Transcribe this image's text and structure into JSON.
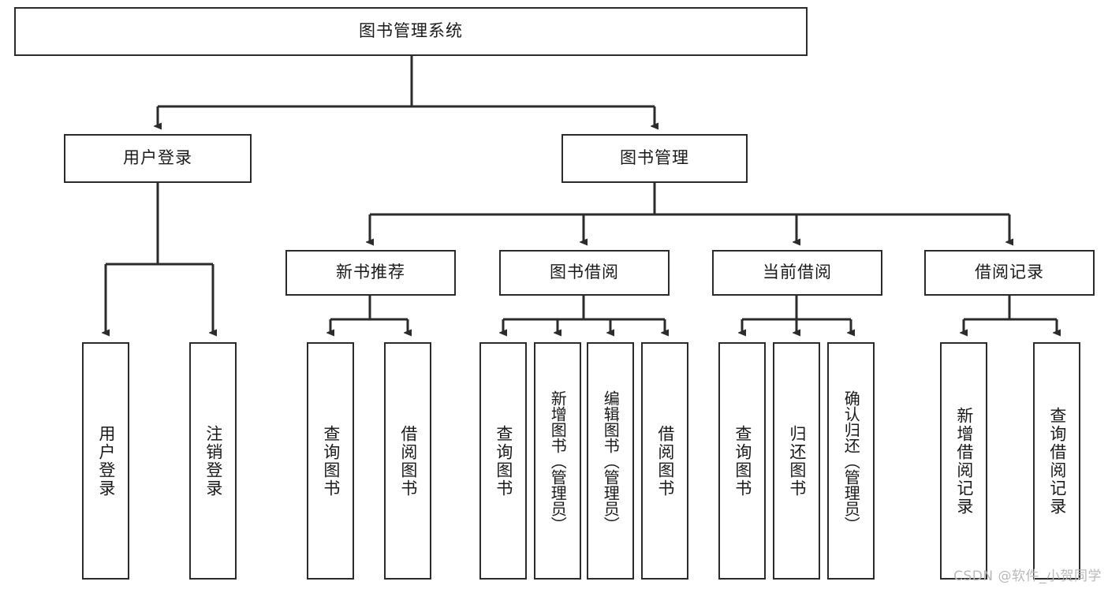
{
  "diagram": {
    "title": "图书管理系统",
    "watermark": "CSDN @软件_小贺同学",
    "line_color": "#2b2b2b",
    "box_fill": "#ffffff",
    "text_color": "#1a1a1a",
    "watermark_color": "#b9b9b9",
    "levels": {
      "root": {
        "label": "图书管理系统"
      },
      "level2": [
        {
          "label": "用户登录"
        },
        {
          "label": "图书管理"
        }
      ],
      "level3": [
        {
          "label": "新书推荐"
        },
        {
          "label": "图书借阅"
        },
        {
          "label": "当前借阅"
        },
        {
          "label": "借阅记录"
        }
      ],
      "leaves": {
        "user_login": [
          {
            "label": "用户登录"
          },
          {
            "label": "注销登录"
          }
        ],
        "new_book_recommend": [
          {
            "label": "查询图书"
          },
          {
            "label": "借阅图书"
          }
        ],
        "book_borrow": [
          {
            "label": "查询图书"
          },
          {
            "label": "新增图书（管理员）"
          },
          {
            "label": "编辑图书（管理员）"
          },
          {
            "label": "借阅图书"
          }
        ],
        "current_borrow": [
          {
            "label": "查询图书"
          },
          {
            "label": "归还图书"
          },
          {
            "label": "确认归还（管理员）"
          }
        ],
        "borrow_record": [
          {
            "label": "新增借阅记录"
          },
          {
            "label": "查询借阅记录"
          }
        ]
      }
    }
  }
}
